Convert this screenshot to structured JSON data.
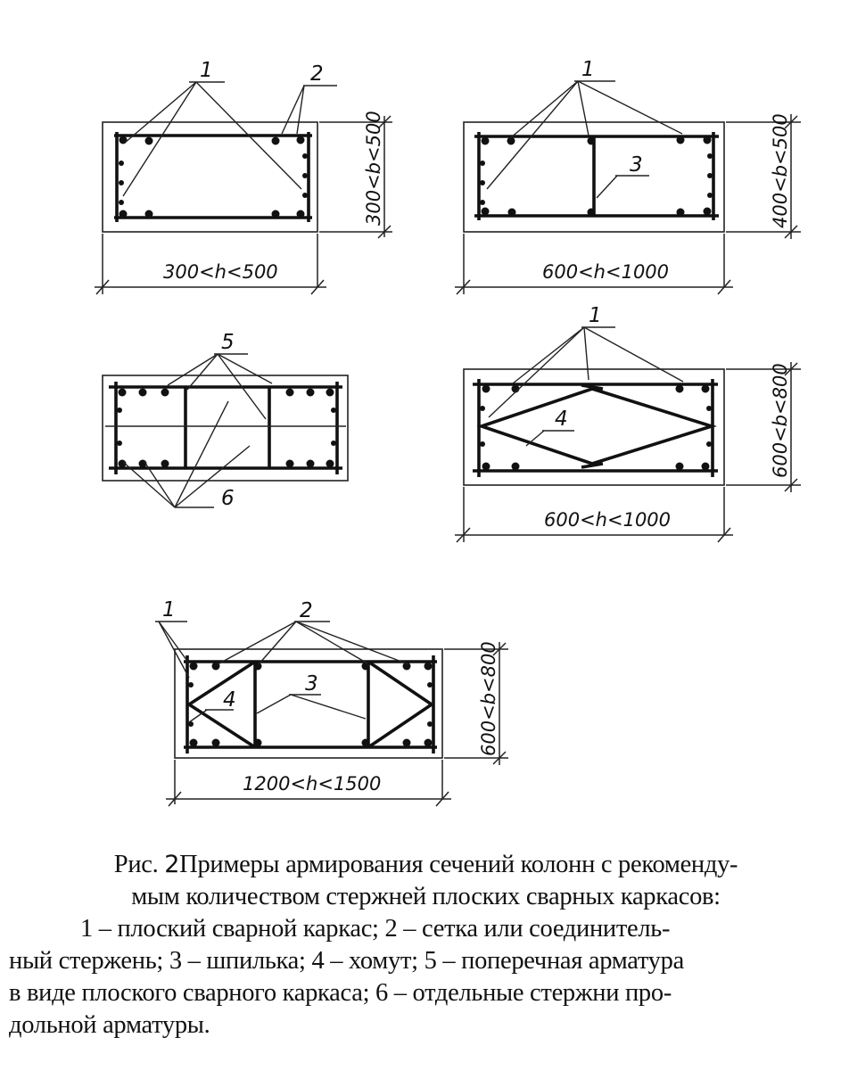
{
  "figure": {
    "sections": [
      {
        "dim_h": "300<h<500",
        "dim_b": "300<b<500",
        "labels": [
          "1",
          "2"
        ]
      },
      {
        "dim_h": "600<h<1000",
        "dim_b": "400<b<500",
        "labels": [
          "1",
          "3"
        ]
      },
      {
        "labels": [
          "5",
          "6"
        ]
      },
      {
        "dim_h": "600<h<1000",
        "dim_b": "600<b<800",
        "labels": [
          "1",
          "4"
        ]
      },
      {
        "dim_h": "1200<h<1500",
        "dim_b": "600<b<800",
        "labels": [
          "1",
          "2",
          "3",
          "4"
        ]
      }
    ]
  },
  "caption": {
    "prefix": "Рис.",
    "number": "2",
    "title_part1": "Примеры армирования сечений колонн с рекоменду-",
    "title_part2": "мым количеством стержней плоских сварных каркасов:",
    "legend_line1": "1 – плоский сварной каркас; 2 – сетка или соединитель-",
    "legend_line2": "ный стержень; 3 – шпилька; 4 – хомут; 5 – поперечная арматура",
    "legend_line3": "в виде плоского сварного каркаса; 6 – отдельные стержни про-",
    "legend_line4": "дольной арматуры."
  }
}
